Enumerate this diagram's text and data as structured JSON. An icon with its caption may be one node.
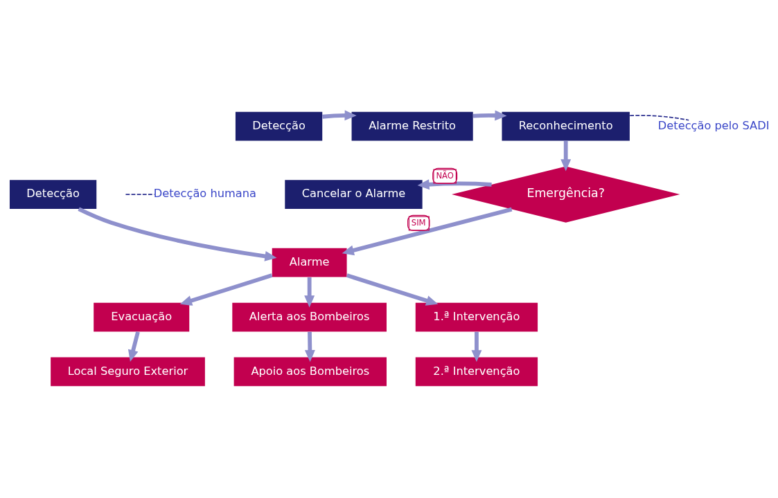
{
  "diagram": {
    "nodes": [
      {
        "text": [
          "Detecção"
        ]
      },
      {
        "text": [
          "Alarme Restrito"
        ]
      },
      {
        "text": [
          "Reconhecimento"
        ]
      },
      {
        "text": [
          "Detecção pelo SADI"
        ]
      },
      {
        "text": [
          "Cancelar o Alarme"
        ]
      },
      {
        "text": [
          "Emergência?"
        ]
      },
      {
        "text": [
          "Detecção"
        ]
      },
      {
        "text": [
          "Detecção humana"
        ]
      },
      {
        "text": [
          "Alarme"
        ]
      },
      {
        "text": [
          "Evacuação"
        ]
      },
      {
        "text": [
          "Alerta aos Bombeiros"
        ]
      },
      {
        "text": [
          "Apoio aos Bombeiros"
        ]
      },
      {
        "text": [
          "1.ª Intervenção"
        ]
      },
      {
        "text": [
          "2.ª Intervenção"
        ]
      },
      {
        "text": [
          "Local Seguro Exterior"
        ]
      }
    ],
    "edges": [
      {
        "from": 0,
        "to": 1,
        "arrow": "to"
      },
      {
        "from": 1,
        "to": 2,
        "arrow": "to"
      },
      {
        "from": 3,
        "to": 2,
        "arrow": "none",
        "style": "dashed",
        "color": "#2b2f8f"
      },
      {
        "from": 2,
        "to": 5,
        "arrow": "to"
      },
      {
        "from": 5,
        "to": 4,
        "arrow": "to",
        "label": "NÃO"
      },
      {
        "from": 5,
        "to": 8,
        "arrow": "to",
        "label": "SIM"
      },
      {
        "from": 6,
        "to": 8,
        "arrow": "to"
      },
      {
        "from": 7,
        "to": null,
        "arrow": "none",
        "style": "dashed",
        "color": "#2b2f8f"
      },
      {
        "from": 8,
        "to": 9,
        "arrow": "to"
      },
      {
        "from": 8,
        "to": 10,
        "arrow": "to"
      },
      {
        "from": 8,
        "to": 12,
        "arrow": "to"
      },
      {
        "from": 10,
        "to": 11,
        "arrow": "to"
      },
      {
        "from": 12,
        "to": 13,
        "arrow": "to"
      },
      {
        "from": 9,
        "to": 14,
        "arrow": "to"
      }
    ]
  }
}
